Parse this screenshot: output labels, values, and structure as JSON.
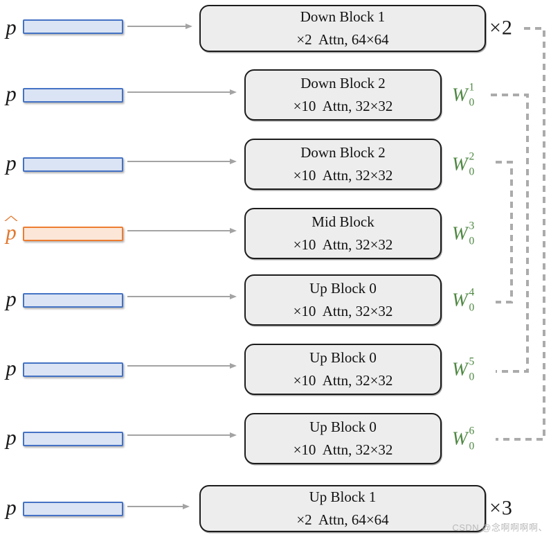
{
  "colors": {
    "bar_blue_fill": "#dbe4f4",
    "bar_blue_border": "#4472c4",
    "bar_orange_fill": "#fbe6d7",
    "bar_orange_border": "#ed7d31",
    "block_fill": "#ededed",
    "block_border": "#1c1c1c",
    "green_label": "#4e8742",
    "connector_gray": "#ababab",
    "arrow_gray": "#a3a3a3"
  },
  "diagram": {
    "rows": [
      {
        "input": "p",
        "bar_color": "blue",
        "block": {
          "title": "Down Block 1",
          "subtitle": "×2  Attn, 64×64"
        },
        "right_text": "×2"
      },
      {
        "input": "p",
        "bar_color": "blue",
        "block": {
          "title": "Down Block 2",
          "subtitle": "×10  Attn, 32×32"
        },
        "right_w": {
          "base": "W",
          "sub": "0",
          "sup": "1"
        }
      },
      {
        "input": "p",
        "bar_color": "blue",
        "block": {
          "title": "Down Block 2",
          "subtitle": "×10  Attn, 32×32"
        },
        "right_w": {
          "base": "W",
          "sub": "0",
          "sup": "2"
        }
      },
      {
        "input": "p",
        "input_hat": "^",
        "bar_color": "orange",
        "block": {
          "title": "Mid Block",
          "subtitle": "×10  Attn, 32×32"
        },
        "right_w": {
          "base": "W",
          "sub": "0",
          "sup": "3"
        }
      },
      {
        "input": "p",
        "bar_color": "blue",
        "block": {
          "title": "Up Block 0",
          "subtitle": "×10  Attn, 32×32"
        },
        "right_w": {
          "base": "W",
          "sub": "0",
          "sup": "4"
        }
      },
      {
        "input": "p",
        "bar_color": "blue",
        "block": {
          "title": "Up Block 0",
          "subtitle": "×10  Attn, 32×32"
        },
        "right_w": {
          "base": "W",
          "sub": "0",
          "sup": "5"
        }
      },
      {
        "input": "p",
        "bar_color": "blue",
        "block": {
          "title": "Up Block 0",
          "subtitle": "×10  Attn, 32×32"
        },
        "right_w": {
          "base": "W",
          "sub": "0",
          "sup": "6"
        }
      },
      {
        "input": "p",
        "bar_color": "blue",
        "block": {
          "title": "Up Block 1",
          "subtitle": "×2  Attn, 64×64"
        },
        "right_text": "×3"
      }
    ],
    "watermark": "CSDN @念啊啊啊啊、"
  }
}
